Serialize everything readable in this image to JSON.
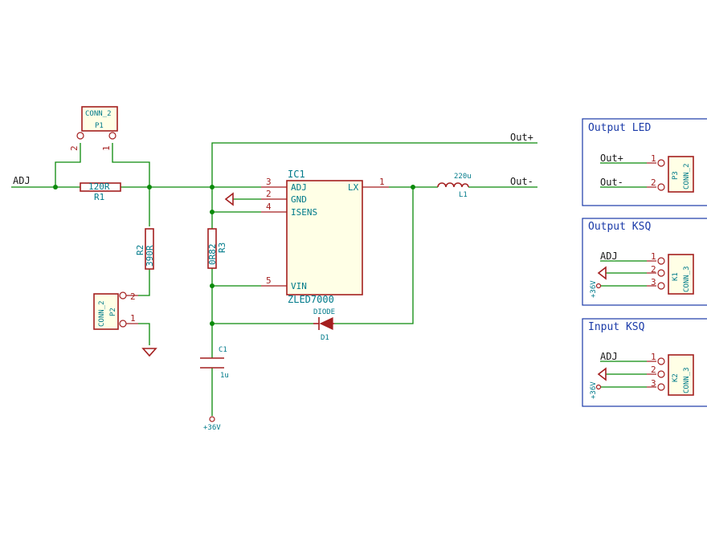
{
  "nets": {
    "adj": "ADJ",
    "out_plus": "Out+",
    "out_minus": "Out-",
    "supply": "+36V"
  },
  "ic1": {
    "ref": "IC1",
    "value": "ZLED7000",
    "pins": [
      {
        "num": "3",
        "name": "ADJ"
      },
      {
        "num": "2",
        "name": "GND"
      },
      {
        "num": "4",
        "name": "ISENS"
      },
      {
        "num": "5",
        "name": "VIN"
      },
      {
        "num": "1",
        "name": "LX"
      }
    ]
  },
  "r1": {
    "ref": "R1",
    "value": "120R"
  },
  "r2": {
    "ref": "R2",
    "value": "390R"
  },
  "r3": {
    "ref": "R3",
    "value": "0R82"
  },
  "l1": {
    "ref": "L1",
    "value": "220u"
  },
  "c1": {
    "ref": "C1",
    "value": "1u"
  },
  "d1": {
    "ref": "D1",
    "value": "DIODE"
  },
  "p1": {
    "ref": "P1",
    "value": "CONN_2",
    "pin1": "1",
    "pin2": "2"
  },
  "p2": {
    "ref": "P2",
    "value": "CONN_2",
    "pin1": "1",
    "pin2": "2"
  },
  "blocks": [
    {
      "title": "Output LED",
      "ref": "P3",
      "value": "CONN_2",
      "pins": [
        {
          "num": "1",
          "net": "Out+"
        },
        {
          "num": "2",
          "net": "Out-"
        }
      ]
    },
    {
      "title": "Output KSQ",
      "ref": "K1",
      "value": "CONN_3",
      "pins": [
        {
          "num": "1",
          "net": "ADJ"
        },
        {
          "num": "2",
          "net": ""
        },
        {
          "num": "3",
          "net": ""
        }
      ],
      "supply": "+36V"
    },
    {
      "title": "Input KSQ",
      "ref": "K2",
      "value": "CONN_3",
      "pins": [
        {
          "num": "1",
          "net": "ADJ"
        },
        {
          "num": "2",
          "net": ""
        },
        {
          "num": "3",
          "net": ""
        }
      ],
      "supply": "+36V"
    }
  ]
}
